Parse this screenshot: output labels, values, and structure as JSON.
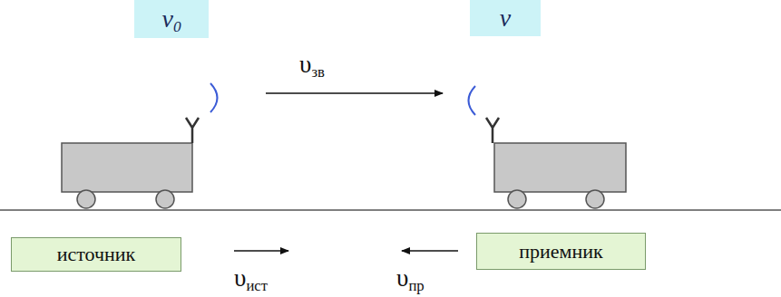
{
  "diagram": {
    "nodes": [
      {
        "text": [
          "ν0"
        ]
      },
      {
        "text": [
          "ν"
        ]
      },
      {
        "text": [
          "источник"
        ]
      },
      {
        "text": [
          "приемник"
        ]
      }
    ],
    "labels": [
      "υзв",
      "υист",
      "υпр"
    ]
  }
}
